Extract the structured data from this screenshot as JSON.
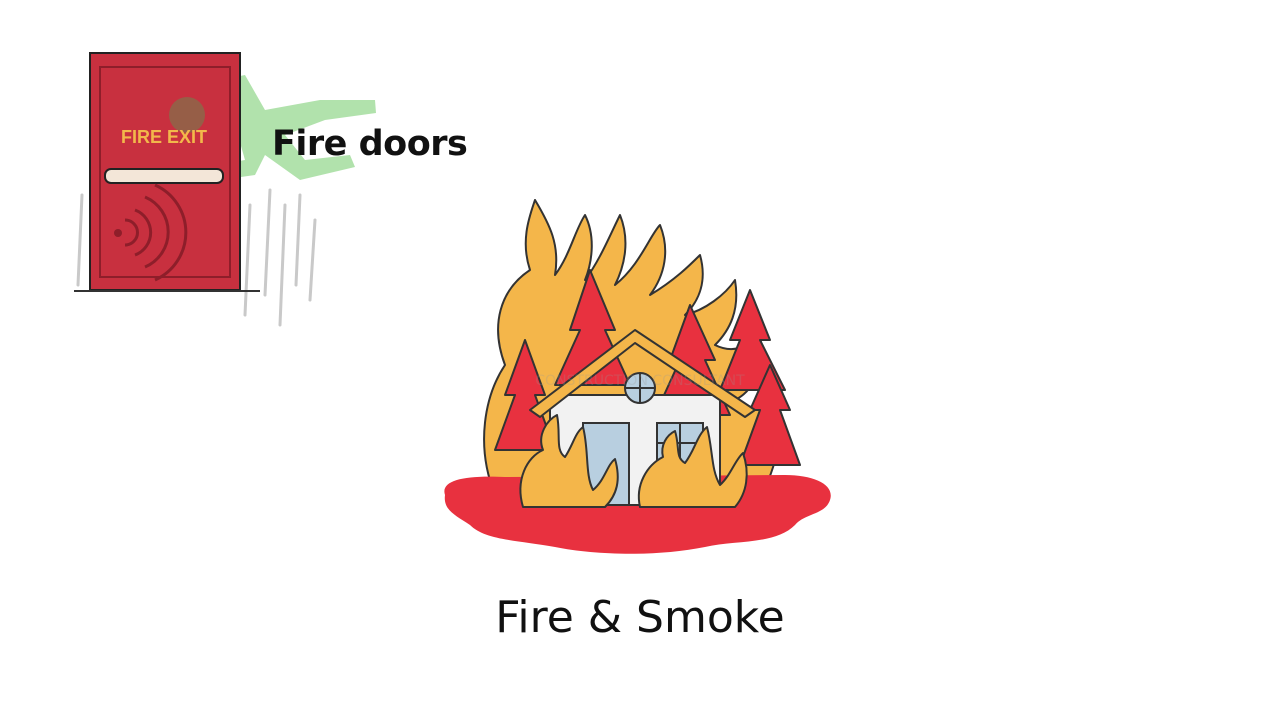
{
  "fire_door": {
    "sign_text": "FIRE EXIT",
    "label": "Fire doors",
    "icon": "fire-exit-door-icon",
    "door_color": "#c8303f",
    "sign_color": "#f2b84b",
    "figure_color": "#9fdc9a"
  },
  "house_fire": {
    "icon": "burning-house-icon",
    "caption": "Fire & Smoke",
    "watermark": "CONSTRUCTION CONSULTANT",
    "flame_color": "#f4b64a",
    "tree_color": "#e8313f",
    "pool_color": "#e8313f",
    "house_color": "#f2f2f2",
    "door_color": "#b8cfe0"
  }
}
